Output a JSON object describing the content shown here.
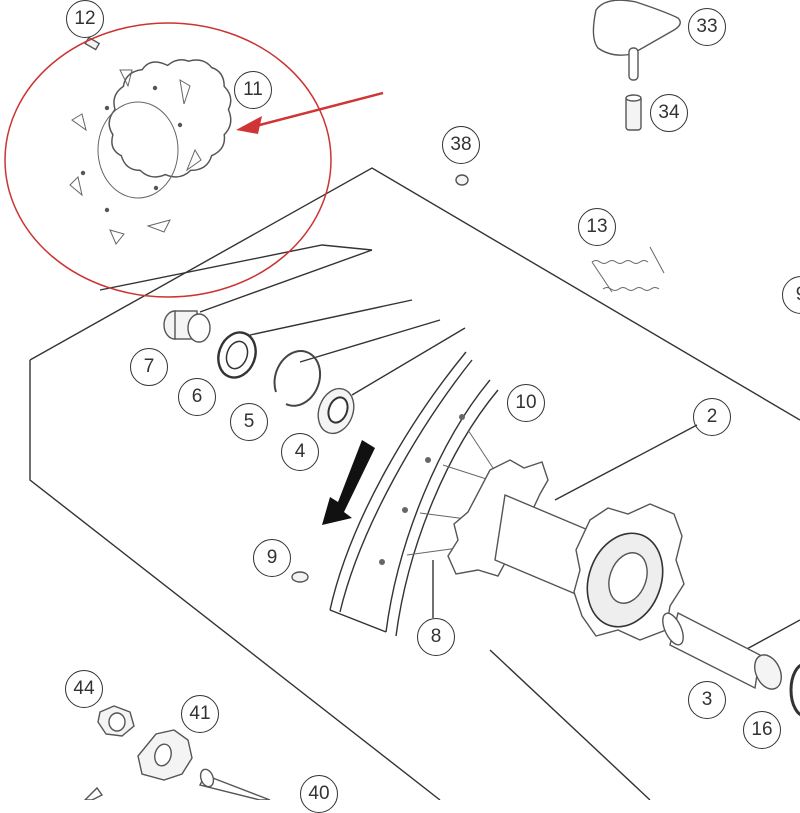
{
  "diagram": {
    "type": "exploded-parts-diagram",
    "subject": "Rear wheel assembly",
    "highlight": {
      "part": "11",
      "description": "Brake disc circled in red with red pointer arrow",
      "color": "#cc3333"
    },
    "direction_arrow": {
      "color": "#111111"
    },
    "callouts": [
      {
        "id": "12",
        "label": "12"
      },
      {
        "id": "11",
        "label": "11"
      },
      {
        "id": "33",
        "label": "33"
      },
      {
        "id": "34",
        "label": "34"
      },
      {
        "id": "38",
        "label": "38"
      },
      {
        "id": "13",
        "label": "13"
      },
      {
        "id": "9a",
        "label": "9"
      },
      {
        "id": "7",
        "label": "7"
      },
      {
        "id": "6",
        "label": "6"
      },
      {
        "id": "5",
        "label": "5"
      },
      {
        "id": "4",
        "label": "4"
      },
      {
        "id": "10",
        "label": "10"
      },
      {
        "id": "2",
        "label": "2"
      },
      {
        "id": "9b",
        "label": "9"
      },
      {
        "id": "8",
        "label": "8"
      },
      {
        "id": "3",
        "label": "3"
      },
      {
        "id": "16",
        "label": "16"
      },
      {
        "id": "44",
        "label": "44"
      },
      {
        "id": "41",
        "label": "41"
      },
      {
        "id": "40",
        "label": "40"
      }
    ]
  }
}
